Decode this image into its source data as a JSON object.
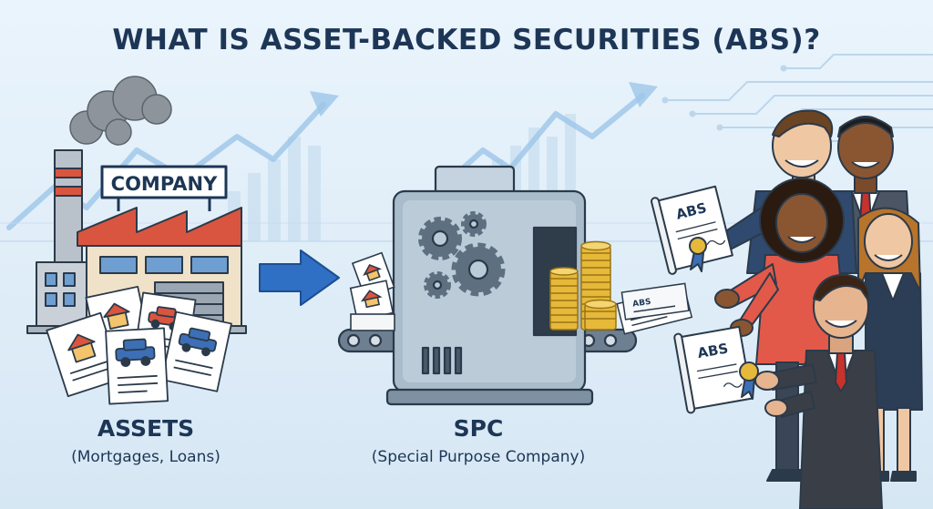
{
  "title": "WHAT IS ASSET-BACKED SECURITIES (ABS)?",
  "company_sign": "COMPANY",
  "assets": {
    "label": "ASSETS",
    "sublabel": "(Mortgages, Loans)"
  },
  "spc": {
    "label": "SPC",
    "sublabel": "(Special Purpose Company)"
  },
  "certificate_label": "ABS",
  "colors": {
    "navy": "#1d3656",
    "arrow_blue": "#2f6fc4",
    "roof_red": "#d9553f",
    "gold": "#e6b93a",
    "machine_gray": "#a9bccb"
  },
  "icons": [
    "gear-icon",
    "house-icon",
    "car-icon",
    "ribbon-icon",
    "trend-arrow-icon"
  ]
}
